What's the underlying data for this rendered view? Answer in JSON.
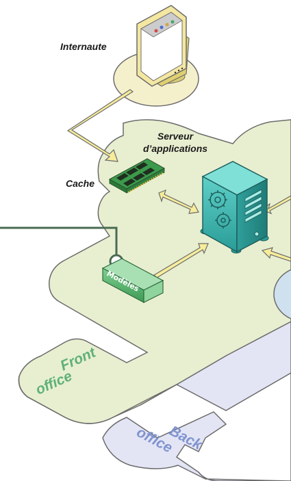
{
  "labels": {
    "internaute": "Internaute",
    "serveur_line1": "Serveur",
    "serveur_line2": "d’applications",
    "cache": "Cache",
    "modeles": "Modèles",
    "front_line1": "Front",
    "front_line2": "office",
    "back_line1": "Back",
    "back_line2": "office"
  },
  "colors": {
    "front_platform": "#e8efd0",
    "back_platform": "#e3e5f5",
    "arrow": "#f6ec9a",
    "server": "#3ab9b3",
    "connector": "#4a6b52"
  },
  "icons": [
    "monitor-icon",
    "memory-chip-icon",
    "server-tower-icon",
    "gear-icon",
    "module-box-icon"
  ]
}
